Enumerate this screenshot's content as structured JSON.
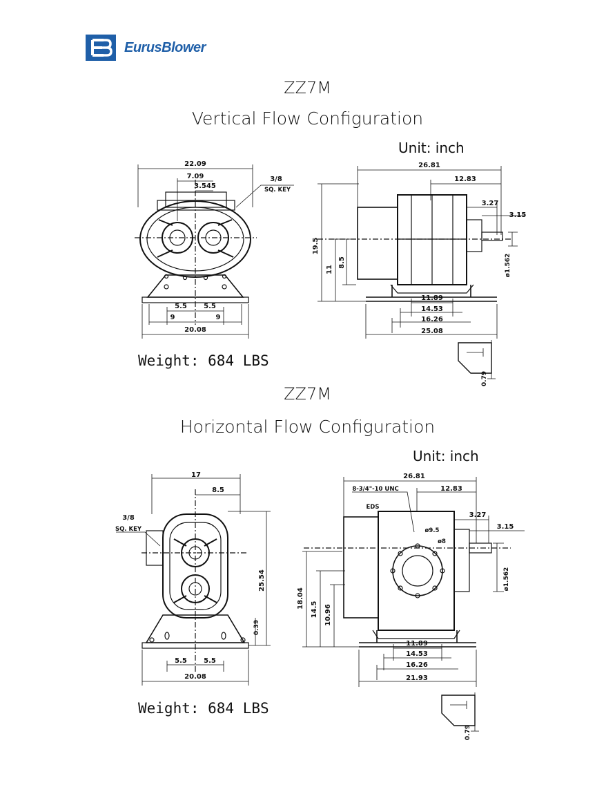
{
  "brand": {
    "name": "EurusBlower",
    "color": "#1f5fa8"
  },
  "vertical": {
    "model": "ZZ7M",
    "title": "Vertical Flow Configuration",
    "unit": "Unit: inch",
    "weight": "Weight: 684 LBS",
    "front": {
      "overall_width": "22.09",
      "shaft_offset": "7.09",
      "key_offset": "3.545",
      "key_note": "3/8",
      "key_note2": "SQ. KEY",
      "foot_half_left": "5.5",
      "foot_half_right": "5.5",
      "foot_left": "9",
      "foot_right": "9",
      "base_width": "20.08"
    },
    "side": {
      "overall_length": "26.81",
      "shaft_to_center": "12.83",
      "shaft_len": "3.27",
      "shaft_step": "3.15",
      "height_total": "19.5",
      "height_shaft": "11",
      "height_center": "8.5",
      "shaft_dia": "ø1.562",
      "foot_a": "11.89",
      "foot_b": "14.53",
      "foot_c": "16.26",
      "foot_d": "25.08",
      "key_height": "0.79"
    }
  },
  "horizontal": {
    "model": "ZZ7M",
    "title": "Horizontal Flow Configuration",
    "unit": "Unit: inch",
    "weight": "Weight: 684 LBS",
    "front": {
      "overall_width": "17",
      "half_width": "8.5",
      "key_note": "3/8",
      "key_note2": "SQ. KEY",
      "height_total": "25.54",
      "foot_thickness": "0.39",
      "foot_half_left": "5.5",
      "foot_half_right": "5.5",
      "base_width": "20.08"
    },
    "side": {
      "overall_length": "26.81",
      "bolt_note": "8-3/4\"-10 UNC",
      "shaft_to_center": "12.83",
      "eds": "EDS",
      "hole_dia": "ø9.5",
      "pitch_dia": "ø8",
      "shaft_len": "3.27",
      "shaft_step": "3.15",
      "height_total": "18.04",
      "height_shaft": "14.5",
      "height_center": "10.96",
      "shaft_dia": "ø1.562",
      "foot_a": "11.89",
      "foot_b": "14.53",
      "foot_c": "16.26",
      "foot_d": "21.93",
      "key_height": "0.79"
    }
  }
}
